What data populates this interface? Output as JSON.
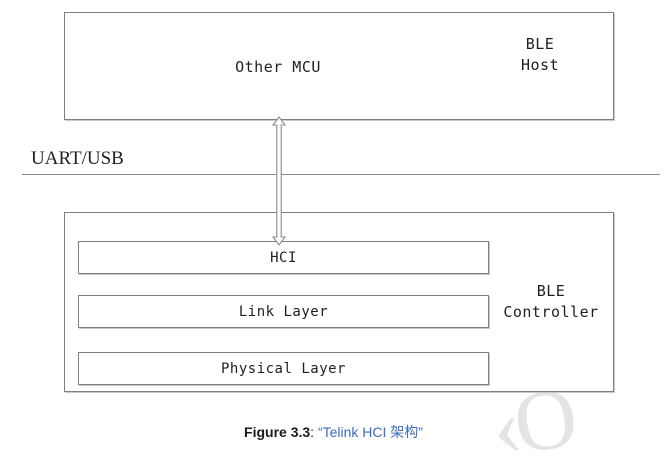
{
  "figure": {
    "caption_label": "Figure 3.3",
    "caption_separator": ": ",
    "caption_title": "“Telink HCI 架构”",
    "caption_title_color": "#3f6cb4",
    "border_color": "#7f7f7f",
    "text_color": "#1f1f1f",
    "background": "#ffffff",
    "watermark_text": "‹O"
  },
  "host": {
    "mcu_label": "Other MCU",
    "stack_label": "BLE\nHost"
  },
  "interface": {
    "label": "UART/USB"
  },
  "connector": {
    "name": "bidirectional-arrow",
    "direction": "both"
  },
  "controller": {
    "stack_label": "BLE\nController",
    "layers": [
      {
        "label": "HCI"
      },
      {
        "label": "Link Layer"
      },
      {
        "label": "Physical Layer"
      }
    ]
  }
}
